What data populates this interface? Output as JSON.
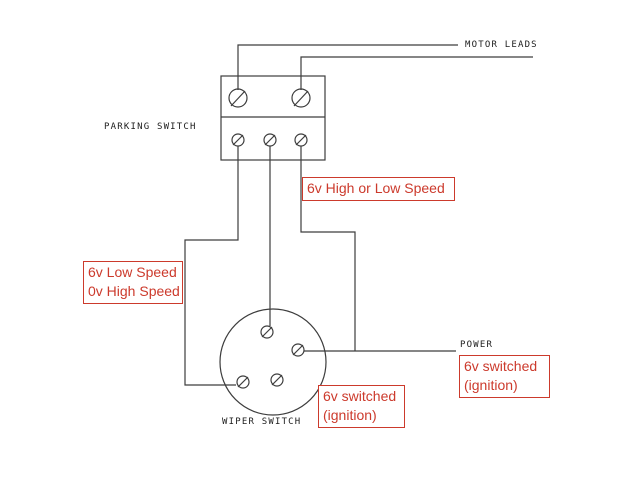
{
  "diagram": {
    "labels": {
      "motor_leads": "MOTOR LEADS",
      "parking_switch": "PARKING SWITCH",
      "wiper_switch": "WIPER SWITCH",
      "power": "POWER"
    },
    "annotations": {
      "high_or_low": {
        "line1": "6v High or Low Speed"
      },
      "low_speed": {
        "line1": "6v Low Speed",
        "line2": "0v High Speed"
      },
      "switched_bottom": {
        "line1": "6v switched",
        "line2": "(ignition)"
      },
      "switched_right": {
        "line1": "6v switched",
        "line2": "(ignition)"
      }
    },
    "colors": {
      "annotation_red": "#cc3a2c",
      "wire_color": "#3d3d3d",
      "background": "#ffffff"
    }
  }
}
